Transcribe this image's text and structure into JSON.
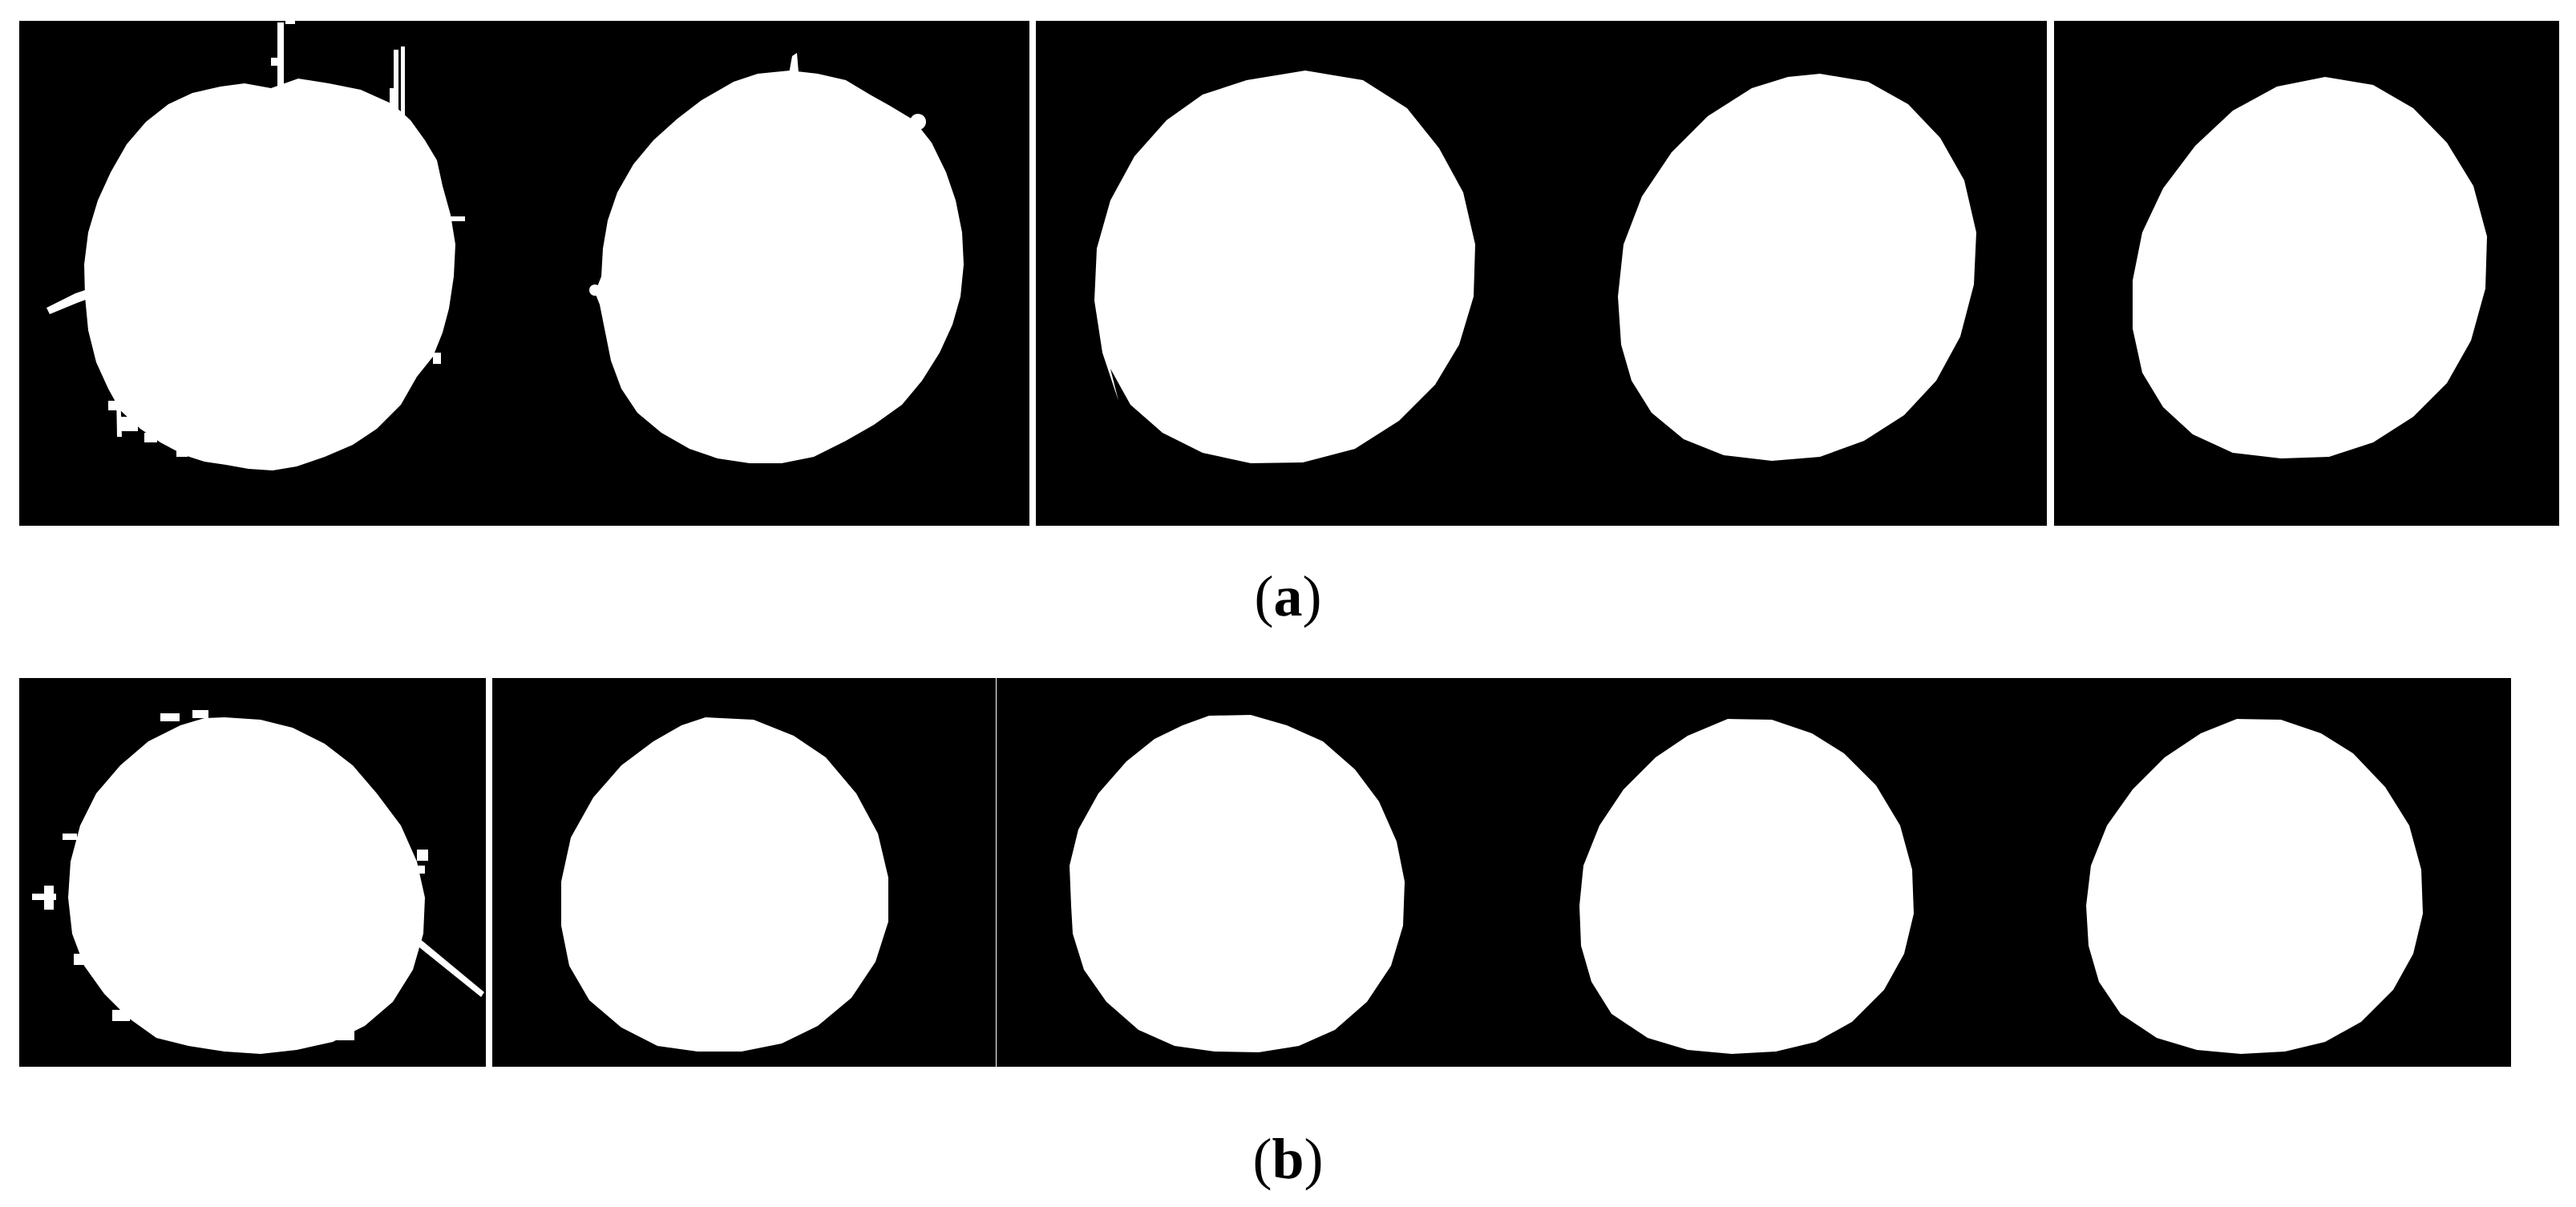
{
  "figure": {
    "rows": [
      {
        "id": "a",
        "caption_open": "(",
        "caption_letter": "a",
        "caption_close": ")",
        "panel_count": 5,
        "panel_style": "binary segmentation mask: white circular region on black background"
      },
      {
        "id": "b",
        "caption_open": "(",
        "caption_letter": "b",
        "caption_close": ")",
        "panel_count": 5,
        "panel_style": "binary segmentation mask: white circular region on black background"
      }
    ],
    "colors": {
      "background": "#ffffff",
      "mask_background": "#000000",
      "mask_foreground": "#ffffff"
    }
  }
}
